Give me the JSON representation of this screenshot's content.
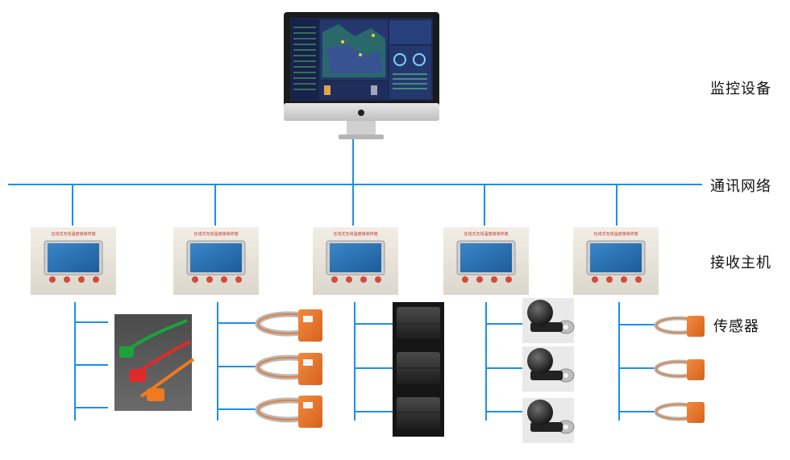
{
  "labels": {
    "monitor": "监控设备",
    "network": "通讯网络",
    "receiver": "接收主机",
    "sensor": "传感器"
  },
  "receiver_title": "在线式无线温度接收终端",
  "columns": [
    {
      "sensor_kind": "cable-tie-tags",
      "sensor_count": 3
    },
    {
      "sensor_kind": "clamp-band-sensor",
      "sensor_count": 3
    },
    {
      "sensor_kind": "black-box-sensor",
      "sensor_count": 3
    },
    {
      "sensor_kind": "dome-lug-sensor",
      "sensor_count": 3
    },
    {
      "sensor_kind": "small-clamp-band-sensor",
      "sensor_count": 3
    }
  ],
  "colors": {
    "line": "#1e8fe6",
    "receiver_screen": "#2a73b8",
    "sensor_orange": "#e8742a",
    "tag_green": "#1aa33a",
    "tag_red": "#e02a2a",
    "tag_orange": "#f07a1f"
  }
}
